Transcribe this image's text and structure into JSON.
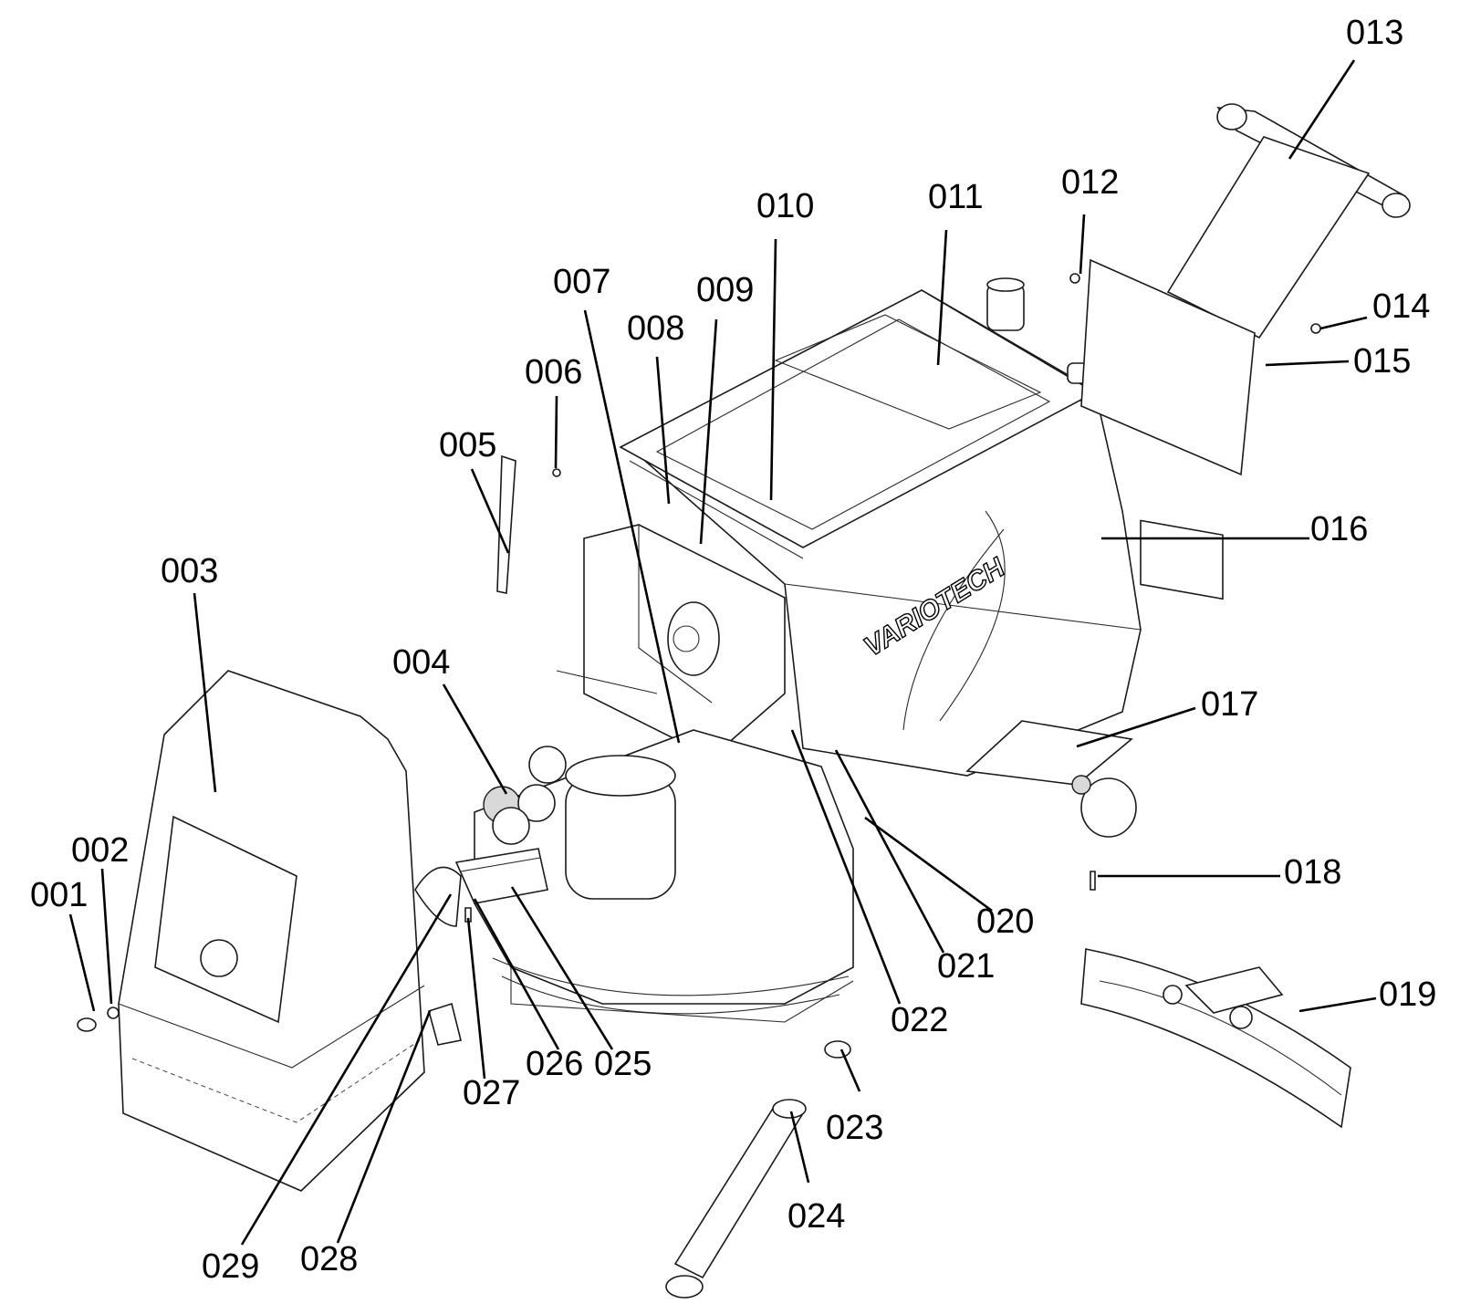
{
  "diagram": {
    "brand_text": "VARIOTECH",
    "callouts": [
      {
        "id": "001",
        "label": "001"
      },
      {
        "id": "002",
        "label": "002"
      },
      {
        "id": "003",
        "label": "003"
      },
      {
        "id": "004",
        "label": "004"
      },
      {
        "id": "005",
        "label": "005"
      },
      {
        "id": "006",
        "label": "006"
      },
      {
        "id": "007",
        "label": "007"
      },
      {
        "id": "008",
        "label": "008"
      },
      {
        "id": "009",
        "label": "009"
      },
      {
        "id": "010",
        "label": "010"
      },
      {
        "id": "011",
        "label": "011"
      },
      {
        "id": "012",
        "label": "012"
      },
      {
        "id": "013",
        "label": "013"
      },
      {
        "id": "014",
        "label": "014"
      },
      {
        "id": "015",
        "label": "015"
      },
      {
        "id": "016",
        "label": "016"
      },
      {
        "id": "017",
        "label": "017"
      },
      {
        "id": "018",
        "label": "018"
      },
      {
        "id": "019",
        "label": "019"
      },
      {
        "id": "020",
        "label": "020"
      },
      {
        "id": "021",
        "label": "021"
      },
      {
        "id": "022",
        "label": "022"
      },
      {
        "id": "023",
        "label": "023"
      },
      {
        "id": "024",
        "label": "024"
      },
      {
        "id": "025",
        "label": "025"
      },
      {
        "id": "026",
        "label": "026"
      },
      {
        "id": "027",
        "label": "027"
      },
      {
        "id": "028",
        "label": "028"
      },
      {
        "id": "029",
        "label": "029"
      }
    ]
  }
}
